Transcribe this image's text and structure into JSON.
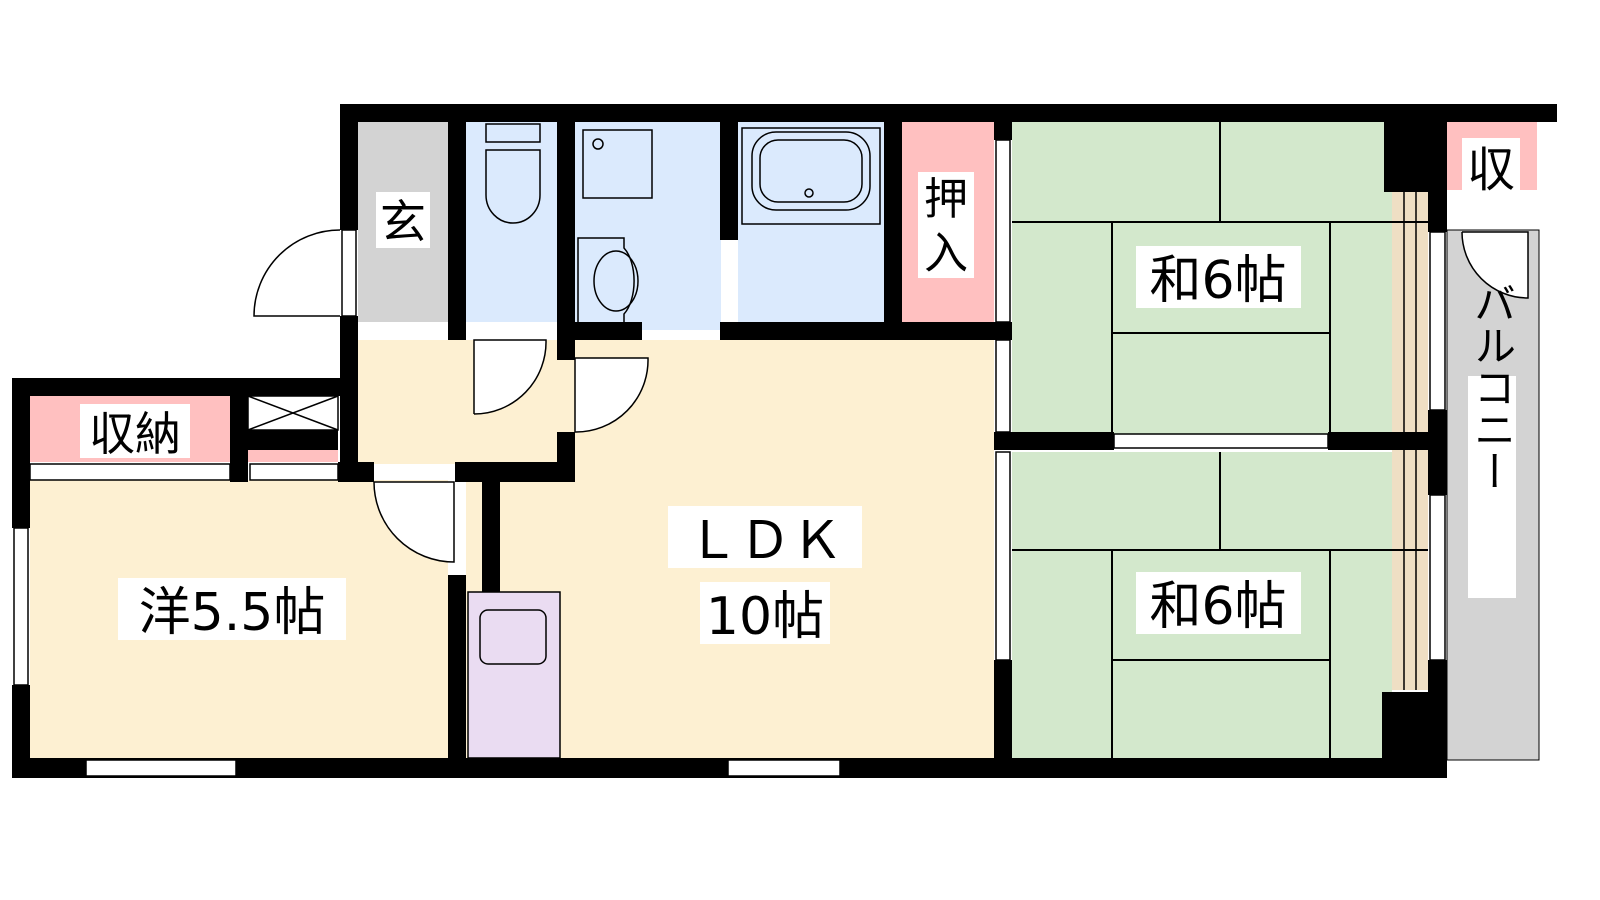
{
  "floorplan": {
    "rooms": {
      "entrance": {
        "label": "玄"
      },
      "oshiire": {
        "label_line1": "押",
        "label_line2": "入"
      },
      "washitsu_north": {
        "label": "和6帖"
      },
      "washitsu_south": {
        "label": "和6帖"
      },
      "storage_small": {
        "label": "収"
      },
      "balcony": {
        "label": "バルコニー"
      },
      "storage_west": {
        "label": "収納"
      },
      "western_room": {
        "label": "洋5.5帖"
      },
      "ldk": {
        "label_line1": "ＬＤＫ",
        "label_line2": "10帖"
      }
    },
    "colors": {
      "entrance": "#d3d3d3",
      "wet_area": "#dbeafd",
      "storage": "#ffc0c0",
      "tatami": "#d3e8cc",
      "engawa": "#efdfc4",
      "living": "#fdf0d2",
      "kitchen": "#eadcf2",
      "balcony": "#d3d3d3"
    }
  }
}
